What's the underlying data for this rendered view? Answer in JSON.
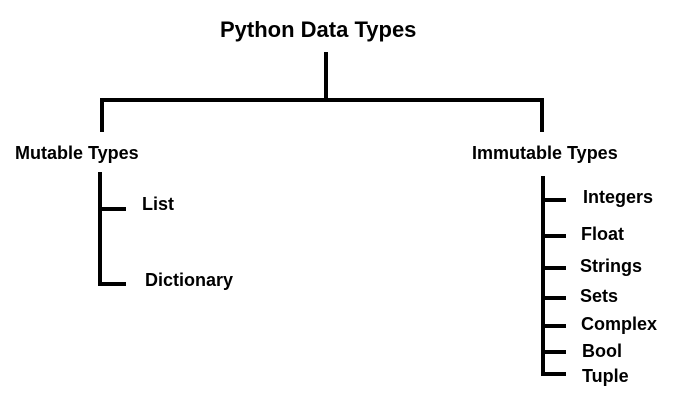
{
  "root": {
    "label": "Python Data Types"
  },
  "branches": [
    {
      "label": "Mutable Types",
      "children": [
        "List",
        "Dictionary"
      ]
    },
    {
      "label": "Immutable Types",
      "children": [
        "Integers",
        "Float",
        "Strings",
        "Sets",
        "Complex",
        "Bool",
        "Tuple"
      ]
    }
  ],
  "colors": {
    "line": "#000000",
    "text": "#000000",
    "background": "#ffffff"
  }
}
